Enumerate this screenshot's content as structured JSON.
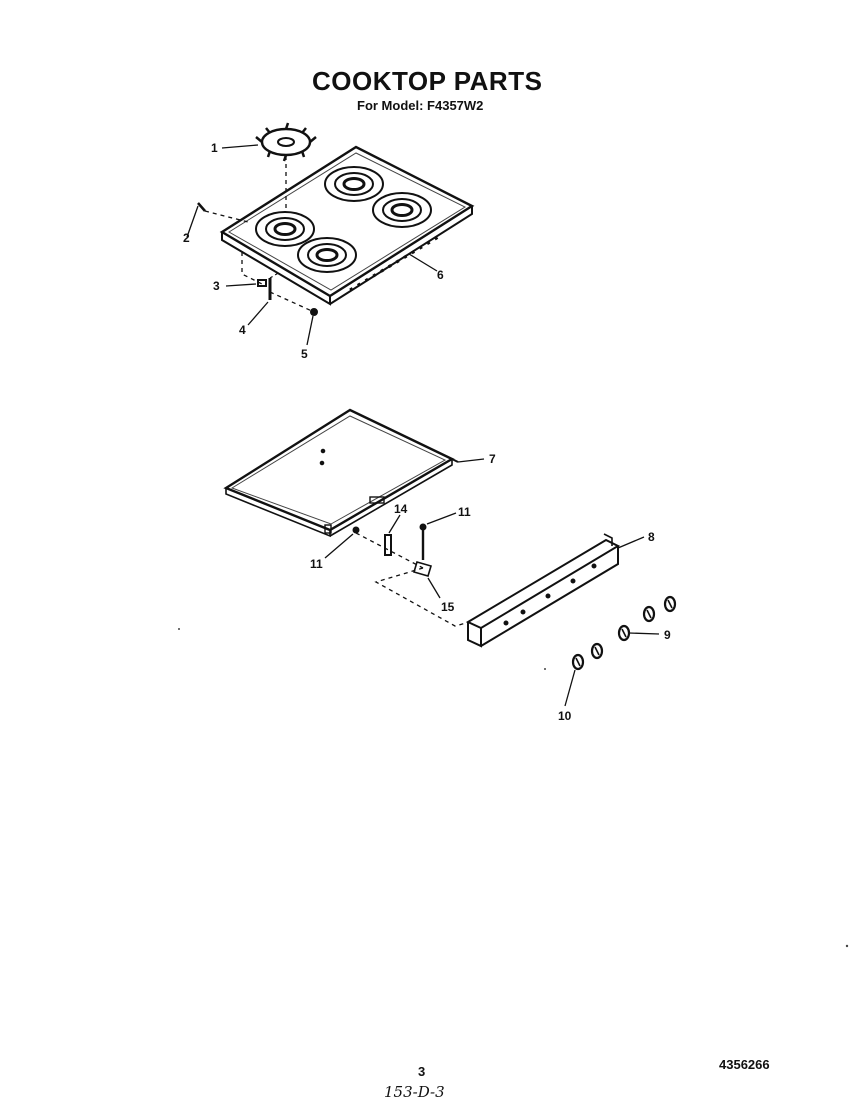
{
  "header": {
    "title": "COOKTOP PARTS",
    "model_line": "For Model: F4357W2"
  },
  "callouts": {
    "c1": "1",
    "c2": "2",
    "c3": "3",
    "c4": "4",
    "c5": "5",
    "c6": "6",
    "c7": "7",
    "c8": "8",
    "c9": "9",
    "c10": "10",
    "c11a": "11",
    "c11b": "11",
    "c14": "14",
    "c15": "15"
  },
  "footer": {
    "page_number": "3",
    "document_number": "4356266",
    "handwritten_note": "153-D-3"
  }
}
